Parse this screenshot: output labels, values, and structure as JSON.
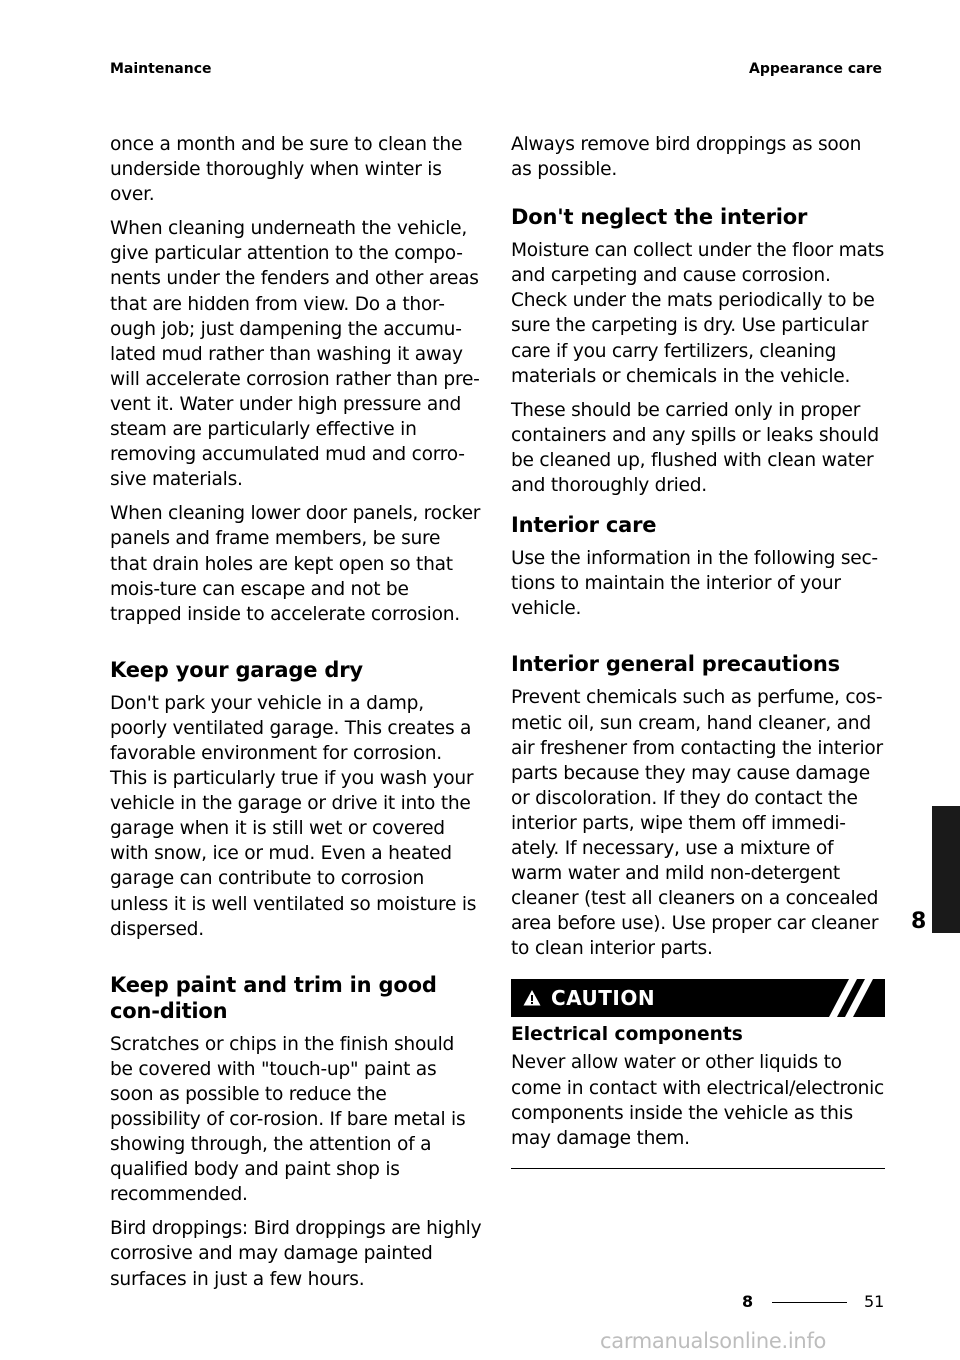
{
  "header": {
    "left": "Maintenance",
    "right": "Appearance care"
  },
  "left_column": {
    "p1": "once a month and be sure to clean the underside thoroughly when winter is over.",
    "p2": "When cleaning underneath the vehicle, give particular attention to the compo-nents under the fenders and other areas that are hidden from view. Do a thor-ough job; just dampening the accumu-lated mud rather than washing it away will accelerate corrosion rather than pre-vent it. Water under high pressure and steam are particularly effective in removing accumulated mud and corro-sive materials.",
    "p3": "When cleaning lower door panels, rocker panels and frame members, be sure that drain holes are kept open so that mois-ture can escape and not be trapped inside to accelerate corrosion.",
    "h_garage": "Keep your garage dry",
    "p_garage": "Don't park your vehicle in a damp, poorly ventilated garage. This creates a favorable environment for corrosion. This is particularly true if you wash your vehicle in the garage or drive it into the garage when it is still wet or covered with snow, ice or mud. Even a heated garage can contribute to corrosion unless it is well ventilated so moisture is dispersed.",
    "h_paint": "Keep paint and trim in good con-dition",
    "p_paint1": "Scratches or chips in the finish should be covered with \"touch-up\" paint as soon as possible to reduce the possibility of cor-rosion. If bare metal is showing through, the attention of a qualified body and paint shop is recommended.",
    "p_paint2": "Bird droppings: Bird droppings are highly corrosive and may damage painted surfaces in just a few hours."
  },
  "right_column": {
    "p1": "Always remove bird droppings as soon as possible.",
    "h_interior": "Don't neglect the interior",
    "p_interior1": "Moisture can collect under the floor mats and carpeting and cause corrosion. Check under the mats periodically to be sure the carpeting is dry. Use particular care if you carry fertilizers, cleaning materials or chemicals in the vehicle.",
    "p_interior2": "These should be carried only in proper containers and any spills or leaks should be cleaned up, flushed with clean water and thoroughly dried.",
    "h_care": "Interior care",
    "p_care": "Use the information in the following sec-tions to maintain the interior of your vehicle.",
    "h_precautions": "Interior general precautions",
    "p_precautions": "Prevent chemicals such as perfume, cos-metic oil, sun cream, hand cleaner, and air freshener from contacting the interior parts because they may cause damage or discoloration. If they do contact the interior parts, wipe them off immedi-ately. If necessary, use a mixture of warm water and mild non-detergent cleaner (test all cleaners on a concealed area before use). Use proper car cleaner to clean interior parts.",
    "caution": {
      "label": "CAUTION",
      "icon": "warning-triangle-icon",
      "title": "Electrical components",
      "text": "Never allow water or other liquids to come in contact with electrical/electronic components inside the vehicle as this may damage them."
    }
  },
  "chapter_tab": "8",
  "footer": {
    "chapter": "8",
    "page": "51"
  },
  "watermark": "carmanualsonline.info"
}
